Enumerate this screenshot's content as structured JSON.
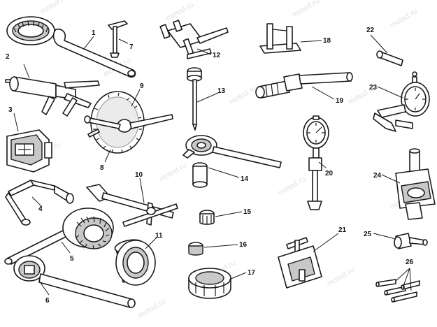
{
  "watermark": "motod.ru",
  "parts": [
    {
      "label": "1"
    },
    {
      "label": "2"
    },
    {
      "label": "3"
    },
    {
      "label": "4"
    },
    {
      "label": "5"
    },
    {
      "label": "6"
    },
    {
      "label": "7"
    },
    {
      "label": "8"
    },
    {
      "label": "9"
    },
    {
      "label": "10"
    },
    {
      "label": "11"
    },
    {
      "label": "12"
    },
    {
      "label": "13"
    },
    {
      "label": "14"
    },
    {
      "label": "15"
    },
    {
      "label": "16"
    },
    {
      "label": "17"
    },
    {
      "label": "18"
    },
    {
      "label": "19"
    },
    {
      "label": "20"
    },
    {
      "label": "21"
    },
    {
      "label": "22"
    },
    {
      "label": "23"
    },
    {
      "label": "24"
    },
    {
      "label": "25"
    },
    {
      "label": "26"
    }
  ],
  "colors": {
    "line": "#1a1a1a",
    "fill_gray": "#c8c8c8",
    "watermark": "#c9c9c9"
  }
}
